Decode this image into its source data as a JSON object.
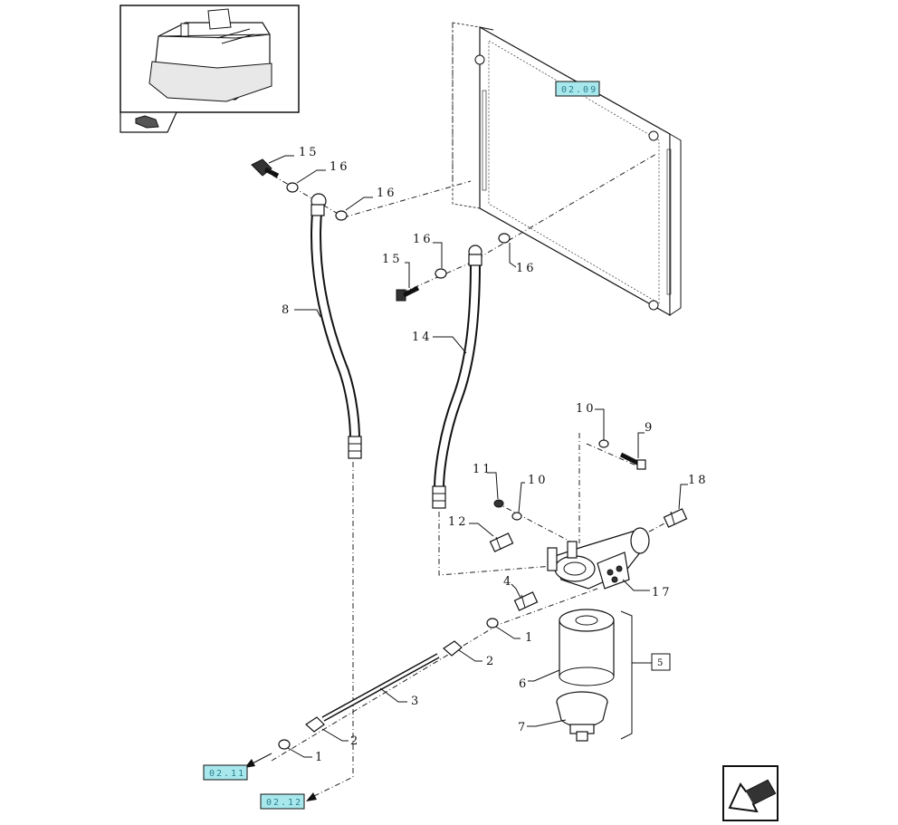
{
  "callouts": {
    "c1a": "1",
    "c1b": "1",
    "c2a": "2",
    "c2b": "2",
    "c3": "3",
    "c4": "4",
    "c5": "5",
    "c6": "6",
    "c7": "7",
    "c8": "8",
    "c9": "9",
    "c10a": "10",
    "c10b": "10",
    "c11": "11",
    "c12": "12",
    "c14": "14",
    "c15a": "15",
    "c15b": "15",
    "c16a": "16",
    "c16b": "16",
    "c16c": "16",
    "c16d": "16",
    "c17": "17",
    "c18": "18"
  },
  "references": {
    "radiator": "02.09",
    "pipe_left": "02.11",
    "pipe_bottom": "02.12"
  },
  "colors": {
    "reference_fill": "#a8e8ec",
    "reference_text": "#2a7f8f",
    "line": "#111111"
  },
  "icons": {
    "inset": "engine-block-thumbnail",
    "inset_tag": "return-arrow-icon",
    "nav": "previous-page-arrow-icon"
  }
}
